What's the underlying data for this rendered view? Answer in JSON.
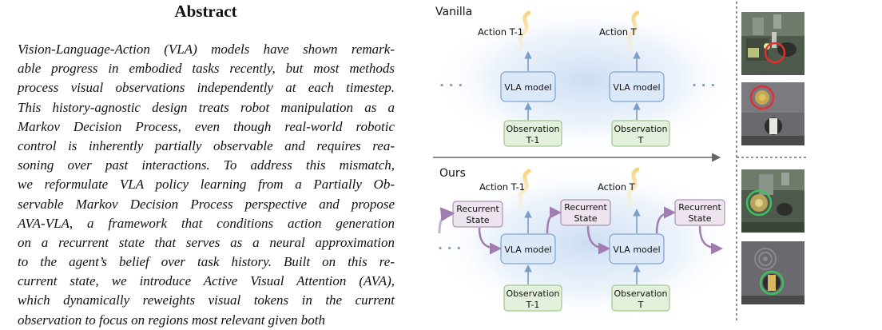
{
  "abstract": {
    "title": "Abstract",
    "lines": [
      "Vision-Language-Action (VLA) models have shown remark-",
      "able progress in embodied tasks recently, but most methods",
      "process visual observations independently at each timestep.",
      "This history-agnostic design treats robot manipulation as a",
      "Markov Decision Process, even though real-world robotic",
      "control is inherently partially observable and requires rea-",
      "soning over past interactions. To address this mismatch,",
      "we reformulate VLA policy learning from a Partially Ob-",
      "servable Markov Decision Process perspective and propose",
      "AVA-VLA, a framework that conditions action generation",
      "on a recurrent state that serves as a neural approximation",
      "to the agent’s belief over task history. Built on this re-",
      "current state, we introduce Active Visual Attention (AVA),",
      "which dynamically reweights visual tokens in the current",
      "observation to focus on regions most relevant given both"
    ]
  },
  "figure": {
    "vanilla": {
      "label": "Vanilla",
      "action_prev": "Action T-1",
      "action_cur": "Action T",
      "model_prev": "VLA model",
      "model_cur": "VLA model",
      "obs_prev": [
        "Observation",
        "T-1"
      ],
      "obs_cur": [
        "Observation",
        "T"
      ]
    },
    "ours": {
      "label": "Ours",
      "action_prev": "Action T-1",
      "action_cur": "Action T",
      "model_prev": "VLA model",
      "model_cur": "VLA model",
      "obs_prev": [
        "Observation",
        "T-1"
      ],
      "obs_cur": [
        "Observation",
        "T"
      ],
      "recurrent": [
        "Recurrent",
        "State"
      ]
    },
    "ellipsis": "· · ·",
    "colors": {
      "model_fill": "#dbe8f8",
      "model_stroke": "#6d95c9",
      "obs_fill": "#e3f1dc",
      "obs_stroke": "#8cbf7a",
      "recurrent_fill": "#eee4ef",
      "recurrent_stroke": "#9a7fa0",
      "action_wave": "#f8d98a",
      "blue_arrow": "#7a9cc9",
      "purple_arrow": "#a07cb0",
      "red_circle": "#e03030",
      "green_circle": "#3cc060"
    },
    "photos": [
      "robot-scene-top-vanilla",
      "stove-scene-bottom-vanilla",
      "robot-scene-top-ours",
      "stove-scene-bottom-ours"
    ]
  }
}
